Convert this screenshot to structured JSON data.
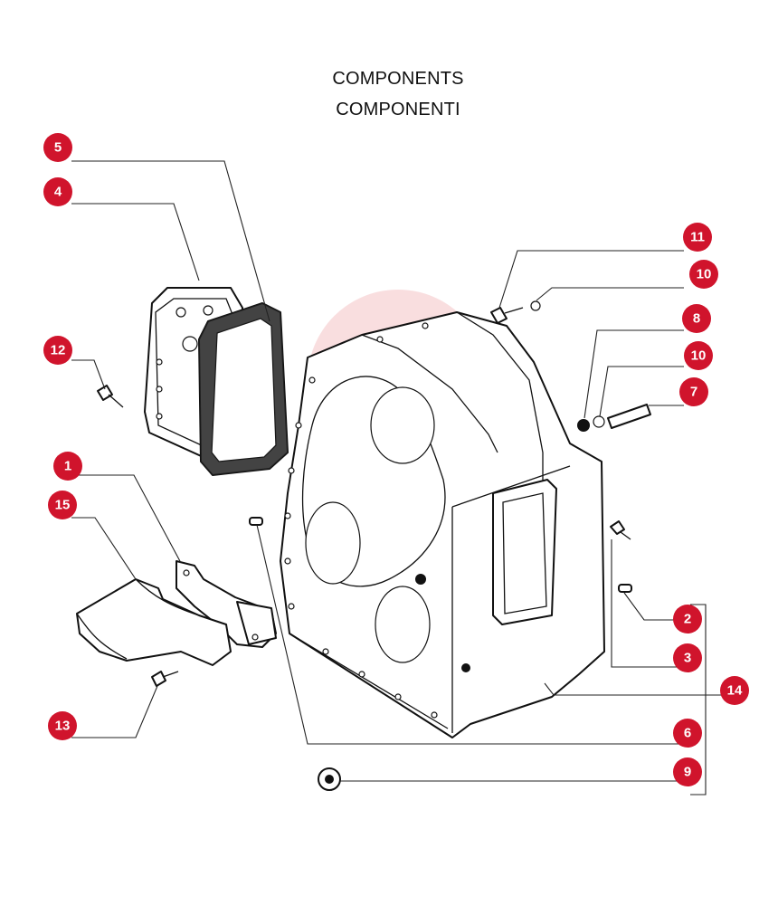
{
  "title": {
    "line1": "COMPONENTS",
    "line2": "COMPONENTI"
  },
  "colors": {
    "callout": "#d0142c",
    "callout_text": "#ffffff",
    "line_art": "#111111"
  },
  "callouts": [
    {
      "id": "c5",
      "label": "5"
    },
    {
      "id": "c4",
      "label": "4"
    },
    {
      "id": "c12",
      "label": "12"
    },
    {
      "id": "c1",
      "label": "1"
    },
    {
      "id": "c15",
      "label": "15"
    },
    {
      "id": "c13",
      "label": "13"
    },
    {
      "id": "c11",
      "label": "11"
    },
    {
      "id": "c10a",
      "label": "10"
    },
    {
      "id": "c8",
      "label": "8"
    },
    {
      "id": "c10b",
      "label": "10"
    },
    {
      "id": "c7",
      "label": "7"
    },
    {
      "id": "c2",
      "label": "2"
    },
    {
      "id": "c3",
      "label": "3"
    },
    {
      "id": "c14",
      "label": "14"
    },
    {
      "id": "c6",
      "label": "6"
    },
    {
      "id": "c9",
      "label": "9"
    }
  ]
}
